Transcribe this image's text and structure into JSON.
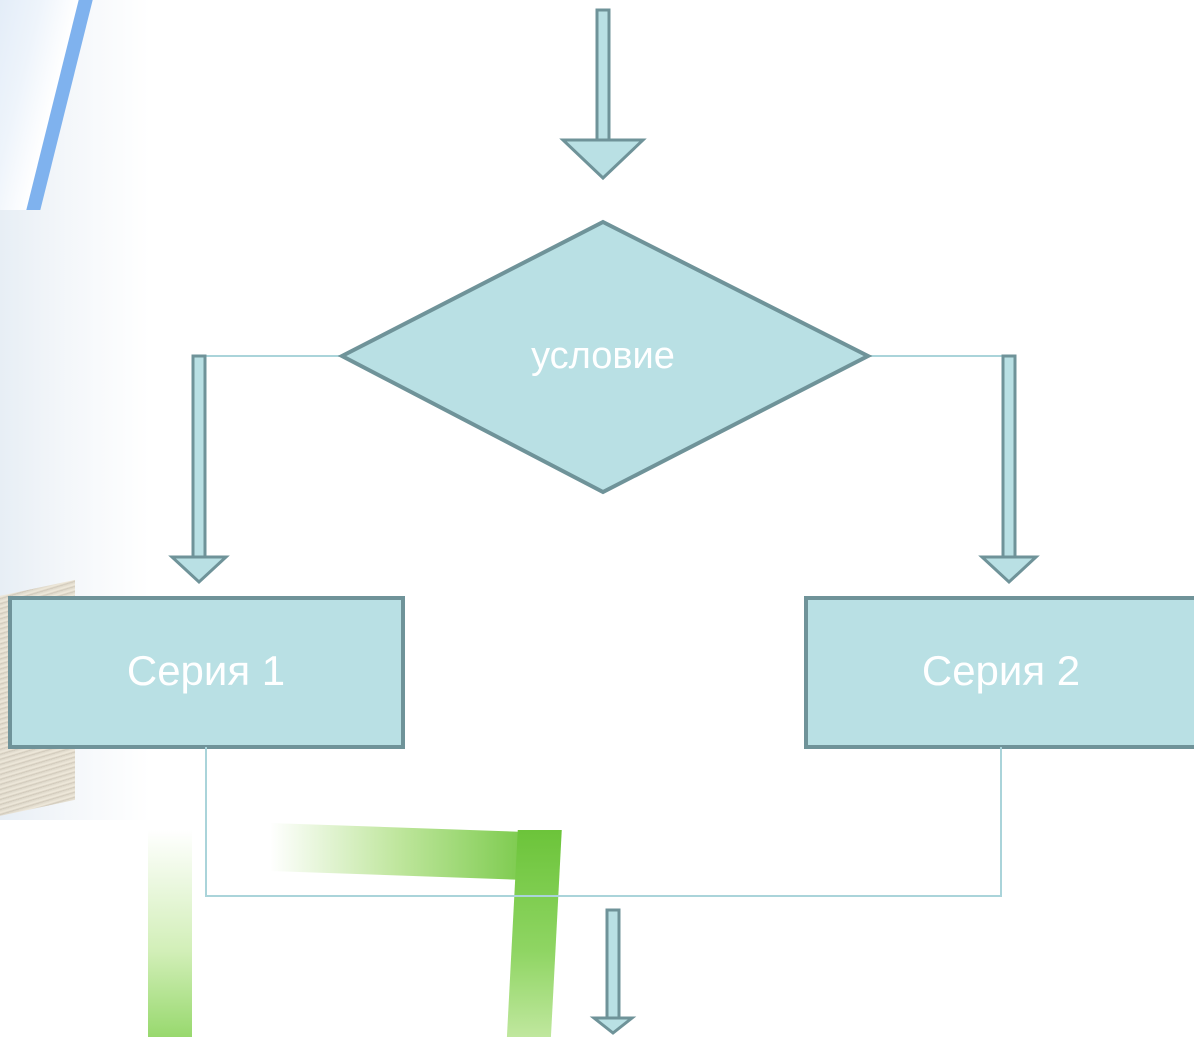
{
  "diagram": {
    "condition_label": "условие",
    "branch_left_label": "Серия 1",
    "branch_right_label": "Серия 2"
  },
  "colors": {
    "shape_fill": "#b9e0e4",
    "shape_stroke": "#6f9399",
    "connector": "#aad4da",
    "arrow_fill": "#b9e0e4",
    "text": "#ffffff"
  }
}
